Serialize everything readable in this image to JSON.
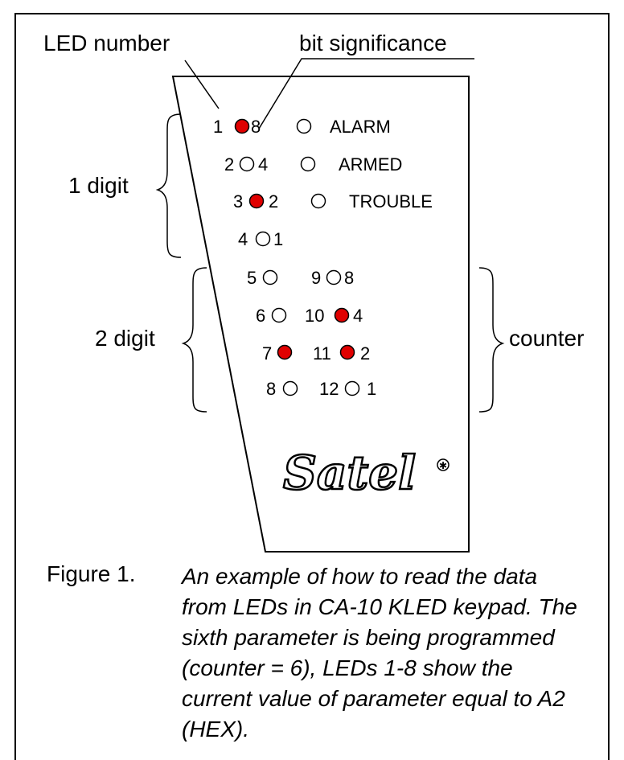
{
  "callouts": {
    "led_number": "LED number",
    "bit_significance": "bit significance"
  },
  "groups": {
    "digit1": "1 digit",
    "digit2": "2 digit",
    "counter": "counter"
  },
  "leds": [
    {
      "num": "1",
      "bit": "8",
      "lit": true
    },
    {
      "num": "2",
      "bit": "4",
      "lit": false
    },
    {
      "num": "3",
      "bit": "2",
      "lit": true
    },
    {
      "num": "4",
      "bit": "1",
      "lit": false
    },
    {
      "num": "5",
      "bit": "",
      "lit": false
    },
    {
      "num": "6",
      "bit": "",
      "lit": false
    },
    {
      "num": "7",
      "bit": "",
      "lit": true
    },
    {
      "num": "8",
      "bit": "",
      "lit": false
    },
    {
      "num": "9",
      "bit": "8",
      "lit": false
    },
    {
      "num": "10",
      "bit": "4",
      "lit": true
    },
    {
      "num": "11",
      "bit": "2",
      "lit": true
    },
    {
      "num": "12",
      "bit": "1",
      "lit": false
    }
  ],
  "status_leds": [
    "ALARM",
    "ARMED",
    "TROUBLE"
  ],
  "logo": "Satel",
  "colors": {
    "lit": "#e00000",
    "border": "#000000"
  },
  "figure": {
    "label": "Figure 1.",
    "lines": [
      "An example of how to read the data",
      "from LEDs in CA-10 KLED keypad. The",
      "sixth parameter is being programmed",
      "(counter = 6), LEDs 1-8 show the",
      "current value of parameter equal to A2",
      "(HEX)."
    ]
  }
}
